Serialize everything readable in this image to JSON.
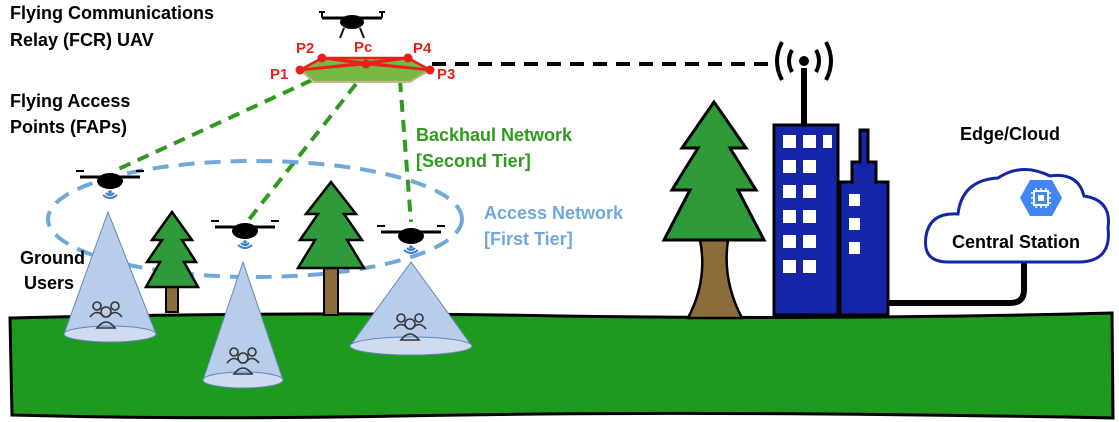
{
  "labels": {
    "fcr_line1": "Flying Communications",
    "fcr_line2": "Relay (FCR) UAV",
    "fap_line1": "Flying Access",
    "fap_line2": "Points (FAPs)",
    "ground_line1": "Ground",
    "ground_line2": "Users",
    "backhaul_line1": "Backhaul Network",
    "backhaul_line2": "[Second Tier]",
    "access_line1": "Access Network",
    "access_line2": "[First Tier]",
    "edge_cloud": "Edge/Cloud",
    "central_station": "Central Station"
  },
  "points": {
    "p1": "P1",
    "p2": "P2",
    "pc": "Pc",
    "p4": "P4",
    "p3": "P3"
  },
  "colors": {
    "backhaul": "#2e9a1e",
    "access": "#6fa8dc",
    "points": "#e8201c",
    "ground": "#1e9a1e",
    "building": "#1525a8",
    "cone": "#b8cdea"
  }
}
